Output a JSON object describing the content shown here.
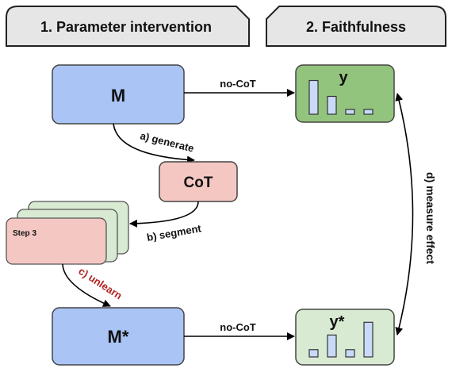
{
  "headers": {
    "left": "1. Parameter intervention",
    "right": "2. Faithfulness"
  },
  "nodes": {
    "model": "M",
    "cot": "CoT",
    "step": "Step 3",
    "model_star": "M*",
    "output": "y",
    "output_star": "y*"
  },
  "edges": {
    "no_cot_top": "no-CoT",
    "no_cot_bottom": "no-CoT",
    "generate": "a) generate",
    "segment": "b) segment",
    "unlearn": "c) unlearn",
    "measure": "d) measure effect"
  },
  "colors": {
    "header_fill": "#e6e6e6",
    "model_fill": "#a9c4f5",
    "cot_fill": "#f4c7c3",
    "step_back_fill": "#d9ead3",
    "output_fill": "#93c47d",
    "output_star_fill": "#d9ead3",
    "bar_fill": "#c9daf8",
    "unlearn_text": "#b22222"
  },
  "histogram_levels": {
    "output": [
      0.85,
      0.45,
      0.12,
      0.12
    ],
    "output_star": [
      0.2,
      0.6,
      0.2,
      0.95
    ]
  }
}
